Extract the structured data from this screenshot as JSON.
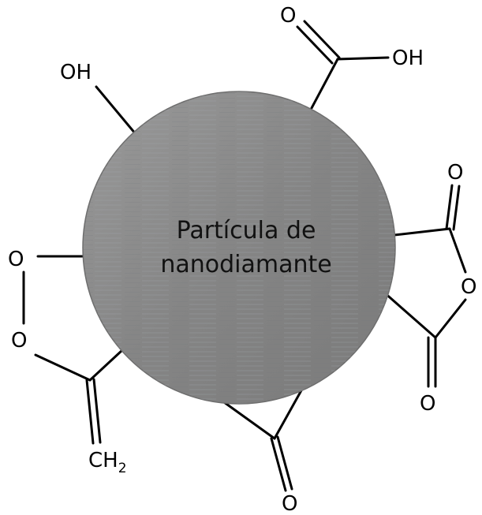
{
  "particle": {
    "line1": "Partícula de",
    "line2": "nanodiamante",
    "fill_color": "#8a8a8a",
    "edge_color": "#6e6e6e"
  },
  "groups": {
    "hydroxyl": "OH",
    "carboxyl_o": "O",
    "carboxyl_oh": "OH",
    "anhydride_o_top": "O",
    "anhydride_o_ring": "O",
    "anhydride_o_bottom": "O",
    "ketone_o": "O",
    "peroxide_o_top": "O",
    "peroxide_o_bottom": "O",
    "methylene_ch": "CH",
    "methylene_sub": "2"
  }
}
